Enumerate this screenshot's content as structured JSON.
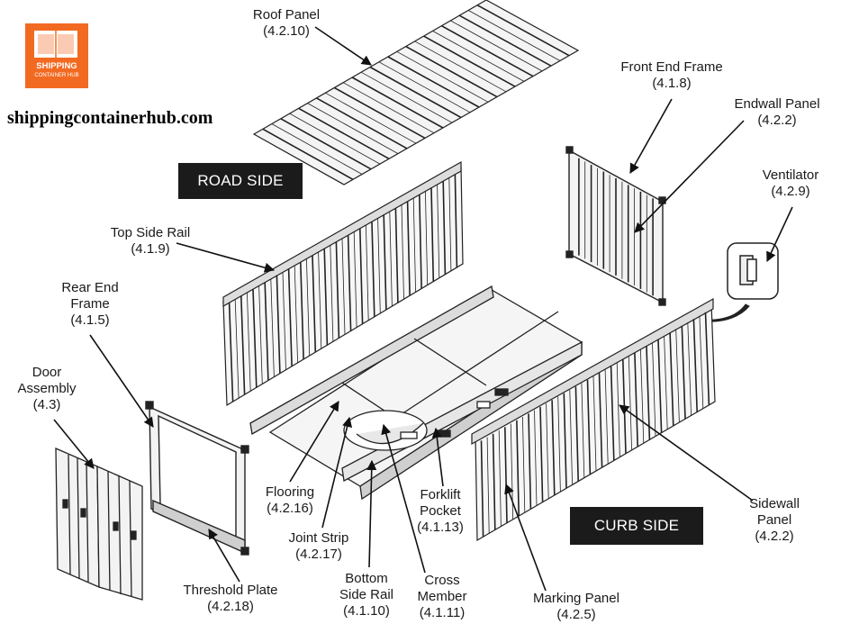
{
  "brand": {
    "logo_line1": "SHIPPING",
    "logo_line2": "CONTAINER HUB",
    "site": "shippingcontainerhub.com",
    "accent": "#f26a21"
  },
  "tags": {
    "road_side": "ROAD SIDE",
    "curb_side": "CURB SIDE"
  },
  "labels": {
    "roof_panel": {
      "name": "Roof Panel",
      "code": "(4.2.10)"
    },
    "front_end_frame": {
      "name": "Front End Frame",
      "code": "(4.1.8)"
    },
    "endwall_panel": {
      "name": "Endwall Panel",
      "code": "(4.2.2)"
    },
    "ventilator": {
      "name": "Ventilator",
      "code": "(4.2.9)"
    },
    "top_side_rail": {
      "name": "Top Side Rail",
      "code": "(4.1.9)"
    },
    "rear_end_frame": {
      "name1": "Rear End",
      "name2": "Frame",
      "code": "(4.1.5)"
    },
    "door_assembly": {
      "name1": "Door",
      "name2": "Assembly",
      "code": "(4.3)"
    },
    "flooring": {
      "name": "Flooring",
      "code": "(4.2.16)"
    },
    "joint_strip": {
      "name": "Joint Strip",
      "code": "(4.2.17)"
    },
    "forklift_pocket": {
      "name1": "Forklift",
      "name2": "Pocket",
      "code": "(4.1.13)"
    },
    "bottom_side_rail": {
      "name1": "Bottom",
      "name2": "Side Rail",
      "code": "(4.1.10)"
    },
    "cross_member": {
      "name1": "Cross",
      "name2": "Member",
      "code": "(4.1.11)"
    },
    "threshold_plate": {
      "name": "Threshold Plate",
      "code": "(4.2.18)"
    },
    "marking_panel": {
      "name": "Marking Panel",
      "code": "(4.2.5)"
    },
    "sidewall_panel": {
      "name1": "Sidewall",
      "name2": "Panel",
      "code": "(4.2.2)"
    }
  }
}
